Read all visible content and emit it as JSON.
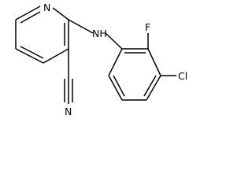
{
  "molecule": {
    "atoms": {
      "n_ring": "N",
      "nh": "NH",
      "f": "F",
      "cl": "Cl",
      "n_nitrile": "N"
    }
  }
}
